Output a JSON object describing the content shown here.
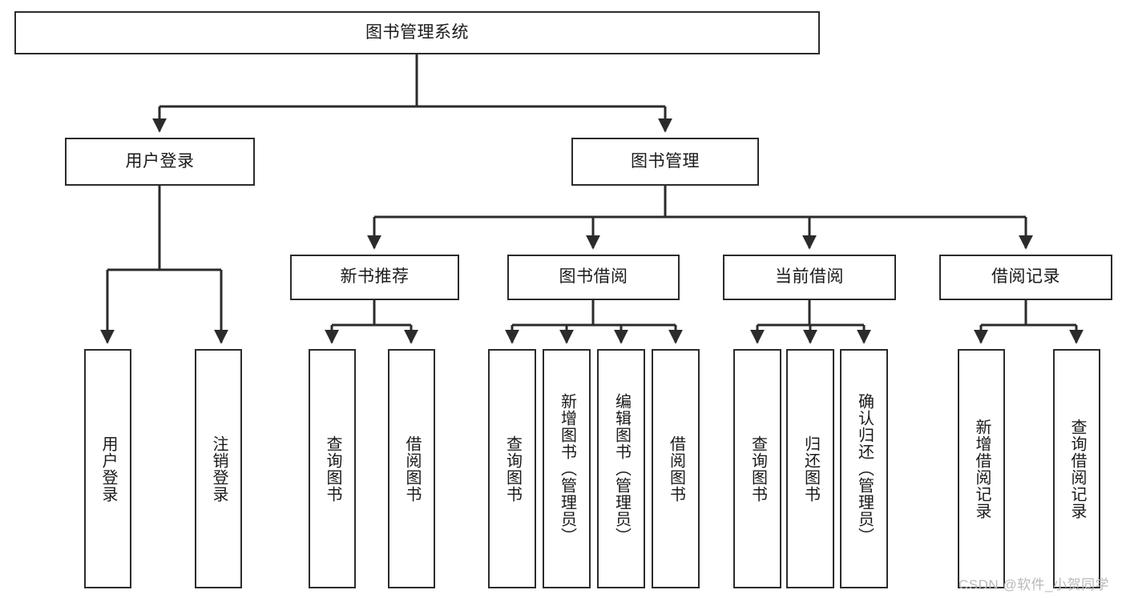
{
  "diagram": {
    "title": "图书管理系统",
    "type": "hierarchy-tree",
    "watermark": "CSDN @软件_小贺同学",
    "colors": {
      "background": "#ffffff",
      "box_border": "#2b2b2b",
      "box_fill": "#ffffff",
      "text": "#1a1a1a",
      "connector": "#2b2b2b",
      "watermark": "#b9b9b9"
    },
    "levels": {
      "root": {
        "label": "图书管理系统"
      },
      "level2": [
        {
          "id": "user-login",
          "label": "用户登录"
        },
        {
          "id": "book-management",
          "label": "图书管理"
        }
      ],
      "level3": [
        {
          "id": "new-book-recommend",
          "label": "新书推荐",
          "parent": "book-management"
        },
        {
          "id": "book-borrow",
          "label": "图书借阅",
          "parent": "book-management"
        },
        {
          "id": "current-borrow",
          "label": "当前借阅",
          "parent": "book-management"
        },
        {
          "id": "borrow-record",
          "label": "借阅记录",
          "parent": "book-management"
        }
      ],
      "leaves": [
        {
          "id": "leaf-user-login",
          "label": "用户登录",
          "parent": "user-login"
        },
        {
          "id": "leaf-logout",
          "label": "注销登录",
          "parent": "user-login"
        },
        {
          "id": "leaf-query-book-1",
          "label": "查询图书",
          "parent": "new-book-recommend"
        },
        {
          "id": "leaf-borrow-book-1",
          "label": "借阅图书",
          "parent": "new-book-recommend"
        },
        {
          "id": "leaf-query-book-2",
          "label": "查询图书",
          "parent": "book-borrow"
        },
        {
          "id": "leaf-add-book",
          "label": "新增图书（管理员）",
          "parent": "book-borrow"
        },
        {
          "id": "leaf-edit-book",
          "label": "编辑图书（管理员）",
          "parent": "book-borrow"
        },
        {
          "id": "leaf-borrow-book-2",
          "label": "借阅图书",
          "parent": "book-borrow"
        },
        {
          "id": "leaf-query-book-3",
          "label": "查询图书",
          "parent": "current-borrow"
        },
        {
          "id": "leaf-return-book",
          "label": "归还图书",
          "parent": "current-borrow"
        },
        {
          "id": "leaf-confirm-return",
          "label": "确认归还（管理员）",
          "parent": "current-borrow"
        },
        {
          "id": "leaf-add-record",
          "label": "新增借阅记录",
          "parent": "borrow-record"
        },
        {
          "id": "leaf-query-record",
          "label": "查询借阅记录",
          "parent": "borrow-record"
        }
      ]
    }
  }
}
